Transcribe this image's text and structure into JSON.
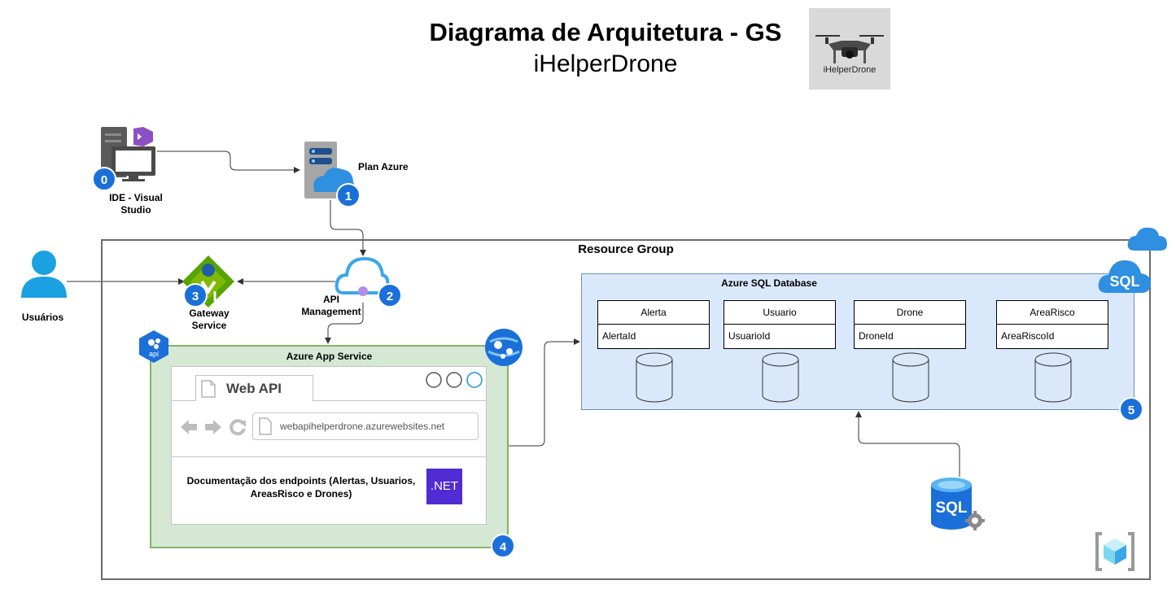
{
  "header": {
    "title": "Diagrama de Arquitetura - GS",
    "subtitle": "iHelperDrone",
    "logo_caption": "iHelperDrone"
  },
  "nodes": {
    "ide": {
      "label_line1": "IDE - Visual",
      "label_line2": "Studio",
      "badge": "0"
    },
    "plan": {
      "label": "Plan Azure",
      "badge": "1"
    },
    "api_management": {
      "label_line1": "API",
      "label_line2": "Management",
      "badge": "2"
    },
    "gateway": {
      "label_line1": "Gateway",
      "label_line2": "Service",
      "badge": "3"
    },
    "users": {
      "label": "Usuários"
    }
  },
  "resource_group": {
    "label": "Resource Group"
  },
  "app_service": {
    "label": "Azure App Service",
    "badge": "4",
    "api_icon_text": "api",
    "browser": {
      "tab_title": "Web API",
      "url": "webapihelperdrone.azurewebsites.net"
    },
    "docs_line1": "Documentação dos endpoints (Alertas, Usuarios,",
    "docs_line2": "AreasRisco e Drones)",
    "dotnet_label": ".NET"
  },
  "sql_database": {
    "label": "Azure SQL Database",
    "badge": "5",
    "icon_text": "SQL",
    "tables": [
      {
        "name": "Alerta",
        "field": "AlertaId"
      },
      {
        "name": "Usuario",
        "field": "UsuarioId"
      },
      {
        "name": "Drone",
        "field": "DroneId"
      },
      {
        "name": "AreaRisco",
        "field": "AreaRiscoId"
      }
    ]
  },
  "sql_server": {
    "icon_text": "SQL"
  },
  "colors": {
    "badge_blue": "#1b6fd9",
    "app_service_fill": "#d5e8d4",
    "sql_fill": "#dae8fc",
    "azure_blue": "#2f8fe0",
    "dotnet_purple": "#512bd4"
  }
}
